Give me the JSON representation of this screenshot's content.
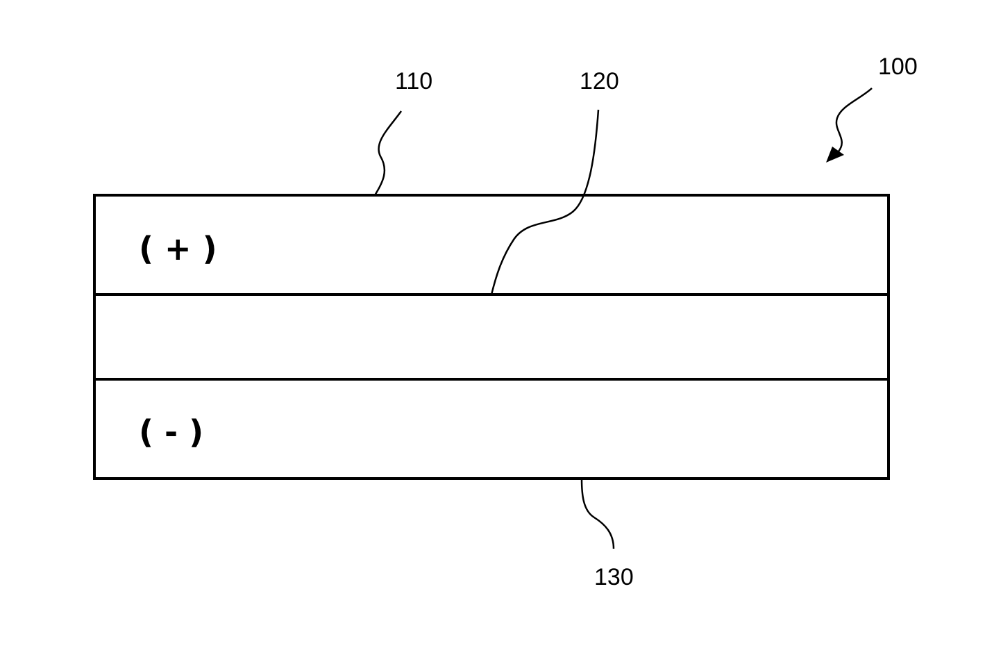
{
  "diagram": {
    "assembly_ref": "100",
    "layers": [
      {
        "ref": "110",
        "polarity": "( + )"
      },
      {
        "ref": "120",
        "polarity": ""
      },
      {
        "ref": "130",
        "polarity": "( - )"
      }
    ],
    "colors": {
      "stroke": "#000000",
      "background": "#ffffff"
    }
  }
}
